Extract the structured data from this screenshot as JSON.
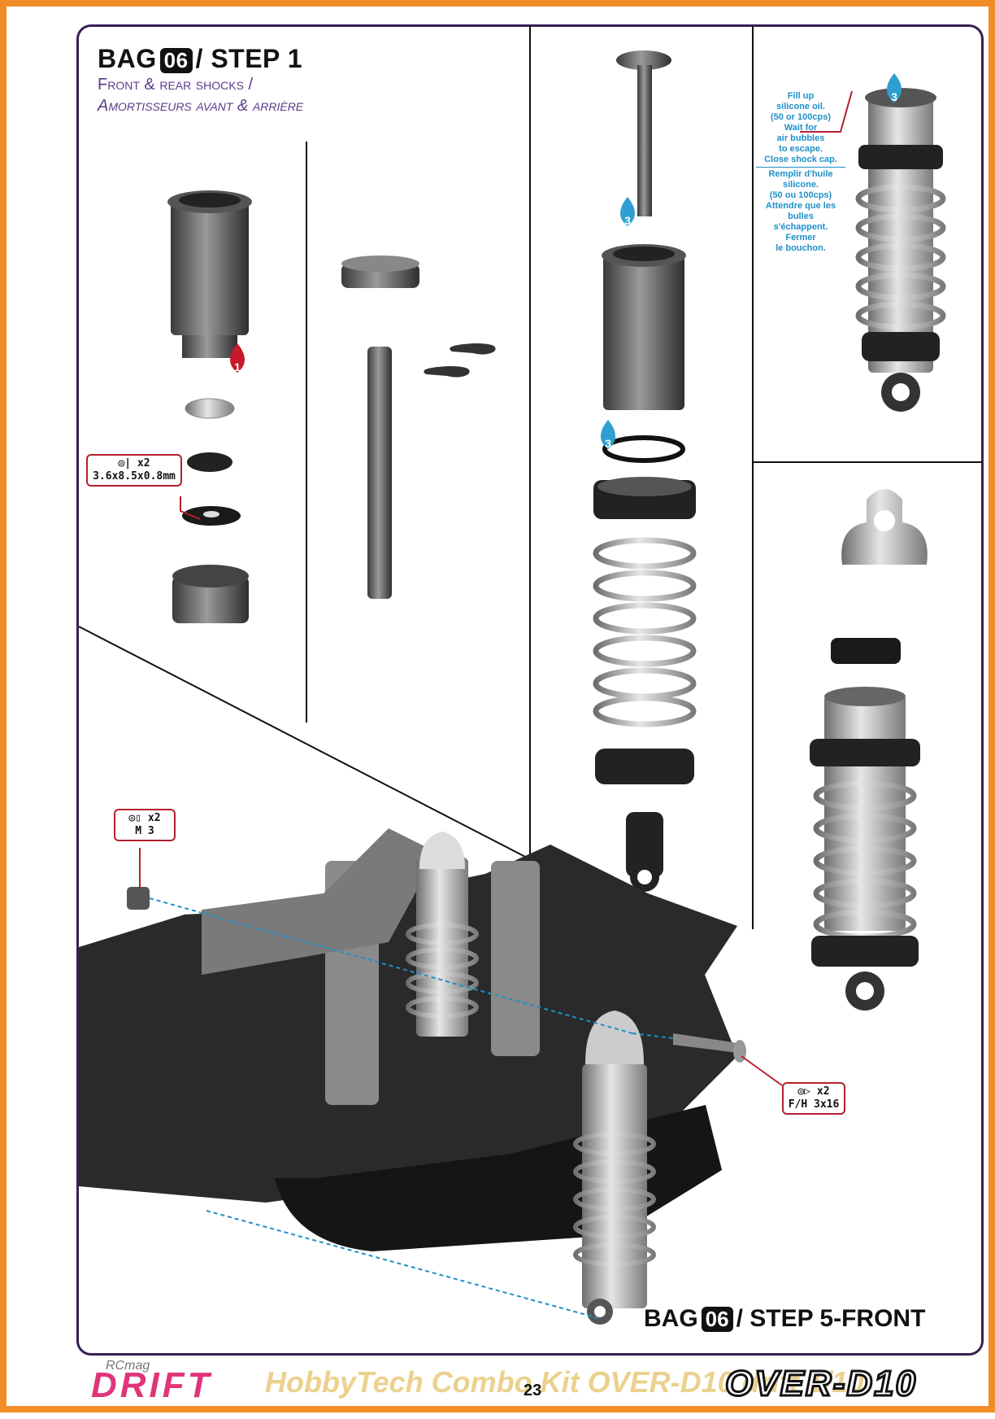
{
  "header": {
    "bag_word": "BAG",
    "bag_number": "06",
    "step_label": "/ STEP 1",
    "subtitle_en": "Front & rear shocks /",
    "subtitle_fr": "Amortisseurs avant & arrière"
  },
  "step_badges": {
    "red_1": "1",
    "blue_3": "3"
  },
  "fill_note": {
    "en": [
      "Fill up",
      "silicone oil.",
      "(50 or 100cps)",
      "Wait for",
      "air bubbles",
      "to escape.",
      "Close shock cap."
    ],
    "fr": [
      "Remplir d'huile",
      "silicone.",
      "(50 ou 100cps)",
      "Attendre que les",
      "bulles",
      "s'échappent.",
      "Fermer",
      "le bouchon."
    ]
  },
  "callouts": {
    "washer": {
      "qty": "x2",
      "size": "3.6x8.5x0.8mm"
    },
    "nut": {
      "qty": "x2",
      "size": "M 3"
    },
    "screw": {
      "qty": "x2",
      "size": "F/H 3x16"
    }
  },
  "footer_step": {
    "bag_word": "BAG",
    "bag_number": "06",
    "step_label": "/ STEP 5-FRONT"
  },
  "footer": {
    "drift_logo": "DRIFT",
    "rcmag": "RCmag",
    "watermark": "HobbyTech Combo Kit OVER-D10 drift 1/10",
    "page_number": "23",
    "product_logo": "OVER-D10"
  },
  "colors": {
    "border": "#f28c28",
    "frame": "#3a1f52",
    "accent_red": "#b3202e",
    "accent_blue": "#1e90c8",
    "drift_pink": "#e0357a"
  }
}
